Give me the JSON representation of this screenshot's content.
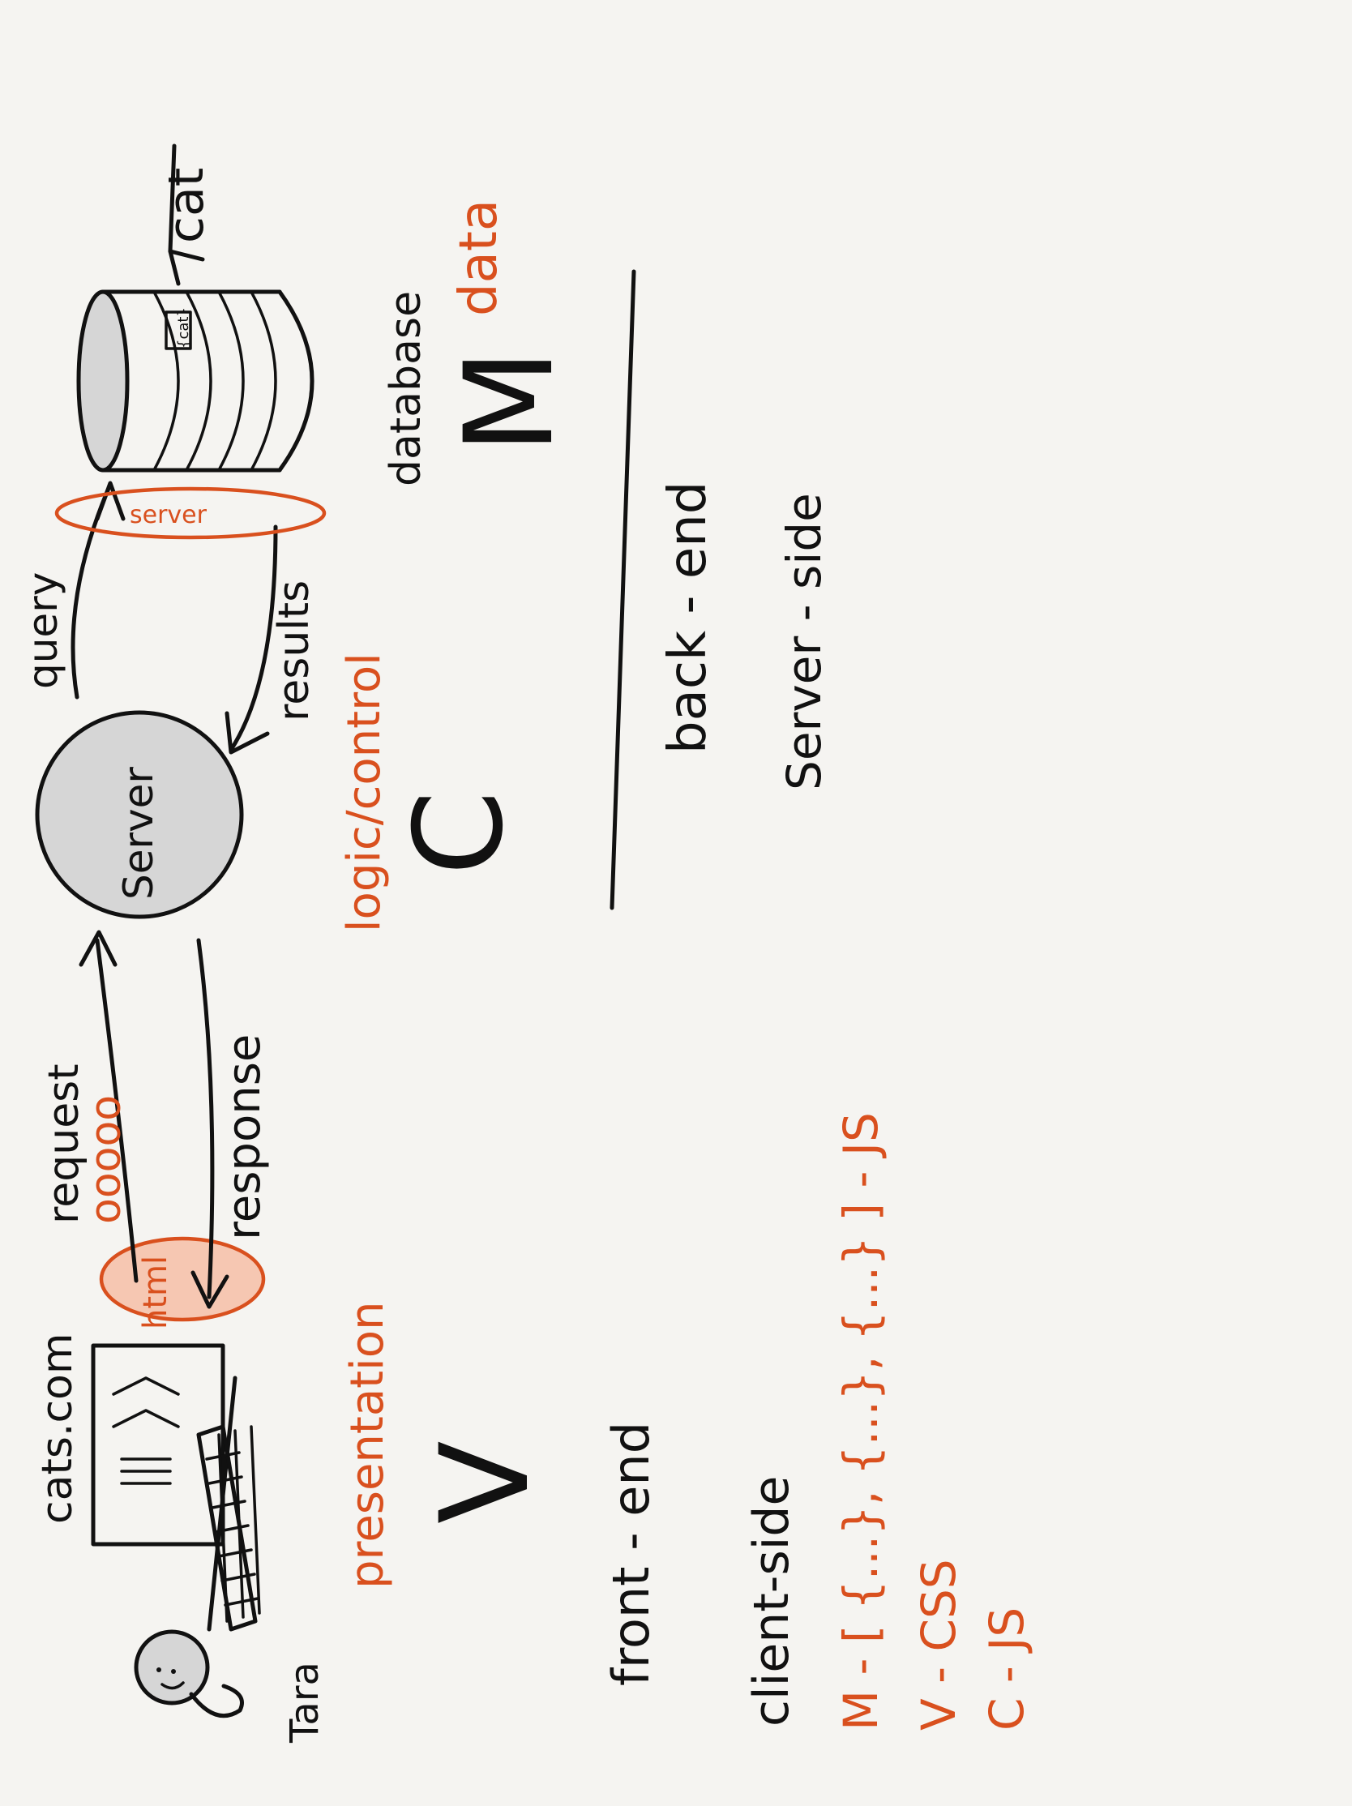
{
  "colors": {
    "ink": "#111111",
    "accent": "#d9501e",
    "server_fill": "#d6d6d6",
    "background": "#f5f4f1"
  },
  "labels": {
    "tara": "Tara",
    "site": "cats.com",
    "browser_badge": "html",
    "request": "request",
    "packets": "ooooo",
    "response": "response",
    "server": "Server",
    "query": "query",
    "results": "results",
    "database_badge": "server",
    "database": "database",
    "cat": "cat",
    "cat_record": "{cat}",
    "presentation": "presentation",
    "view_letter": "V",
    "logic_control": "logic/control",
    "control_letter": "C",
    "data": "data",
    "model_letter": "M",
    "front_end": "front - end",
    "back_end": "back - end",
    "client_side": "client-side",
    "server_side": "Server - side",
    "mvc_m": "M - [ {...}, {...}, {...} ] - JS",
    "mvc_v": "V - CSS",
    "mvc_c": "C - JS"
  },
  "icons": [
    "person-icon",
    "browser-window-icon",
    "server-icon",
    "database-icon"
  ]
}
